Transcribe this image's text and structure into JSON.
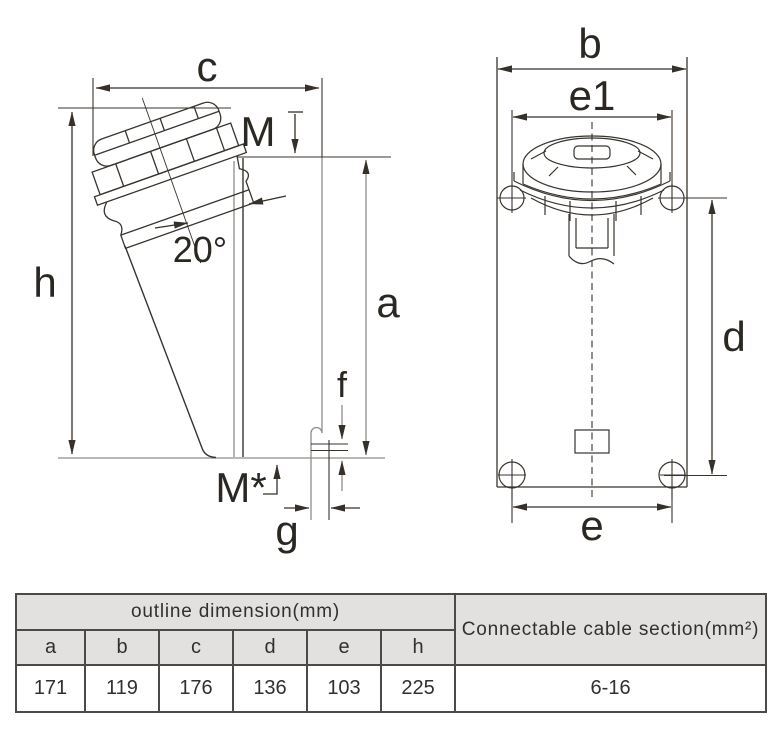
{
  "drawing": {
    "left_view_labels": {
      "c": "c",
      "h": "h",
      "m_top": "M",
      "a": "a",
      "f": "f",
      "m_bottom": "M*",
      "g": "g",
      "angle": "20°"
    },
    "right_view_labels": {
      "b": "b",
      "e1": "e1",
      "d": "d",
      "e": "e"
    },
    "colors": {
      "line": "#38332d",
      "thin_gray": "#8f8d8a",
      "text": "#2b2722"
    }
  },
  "table": {
    "outline_header": "outline dimension(mm)",
    "cable_header": "Connectable cable section(mm²)",
    "columns": [
      "a",
      "b",
      "c",
      "d",
      "e",
      "h"
    ],
    "values": [
      "171",
      "119",
      "176",
      "136",
      "103",
      "225"
    ],
    "cable_value": "6-16",
    "header_bg": "#e2e1e0",
    "border_color": "#4a4a4a"
  }
}
